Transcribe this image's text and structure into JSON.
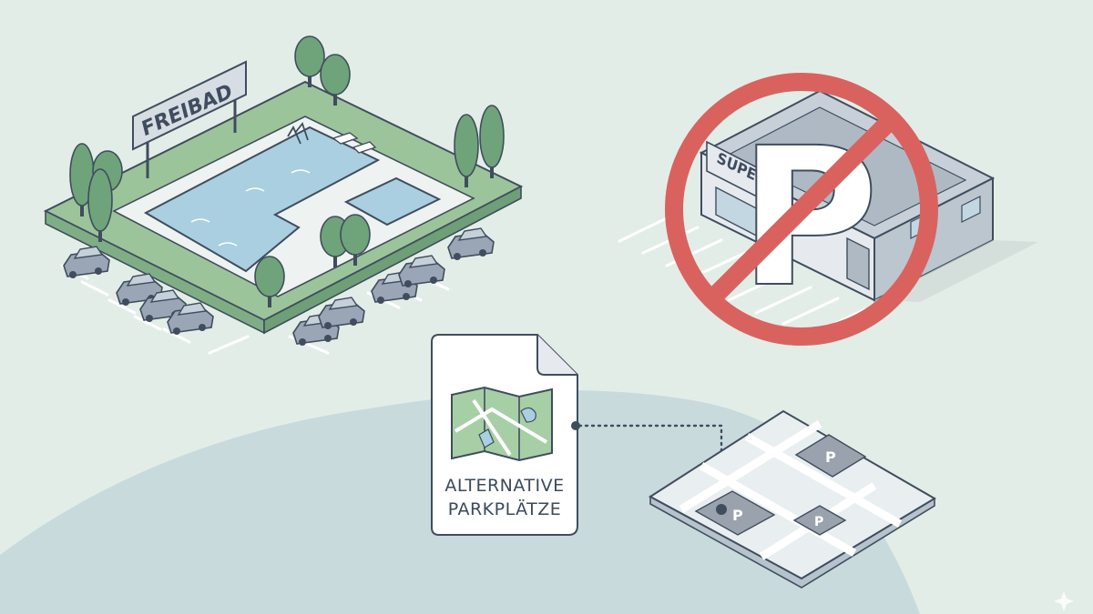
{
  "pool": {
    "sign_text": "FREIBAD"
  },
  "supermarket": {
    "sign_text": "SUPER",
    "no_parking_letter": "P"
  },
  "document": {
    "line1": "ALTERNATIVE",
    "line2": "PARKPLÄTZE"
  },
  "alt_map": {
    "parking_letter": "P"
  },
  "colors": {
    "background": "#e3ede7",
    "hill": "#c9dadd",
    "grass": "#9cc49a",
    "pool_water": "#a9cfe0",
    "tree": "#6fa37a",
    "car": "#9aa6b5",
    "prohibition": "#d9625f",
    "outline": "#3f4d5e"
  }
}
